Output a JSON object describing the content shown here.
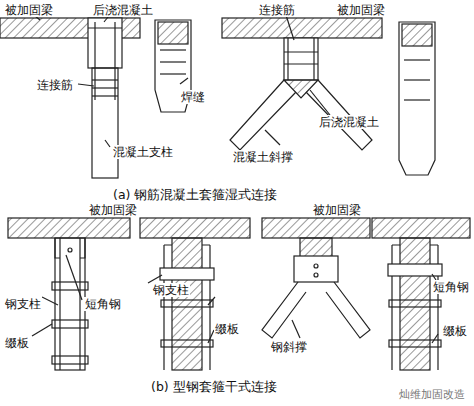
{
  "diagram": {
    "labels": [
      "被加固梁",
      "后浇混凝土",
      "连接筋",
      "焊缝",
      "混凝土支柱",
      "连接筋",
      "被加固梁",
      "后浇混凝土",
      "混凝土斜撑",
      "(a) 钢筋混凝土套箍湿式连接",
      "被加固梁",
      "钢支柱",
      "短角钢",
      "钢支柱",
      "缀板",
      "缀板",
      "被加固梁",
      "短角钢",
      "钢斜撑",
      "缀板",
      "(b) 型钢套箍干式连接",
      "灿维加固改造"
    ]
  }
}
